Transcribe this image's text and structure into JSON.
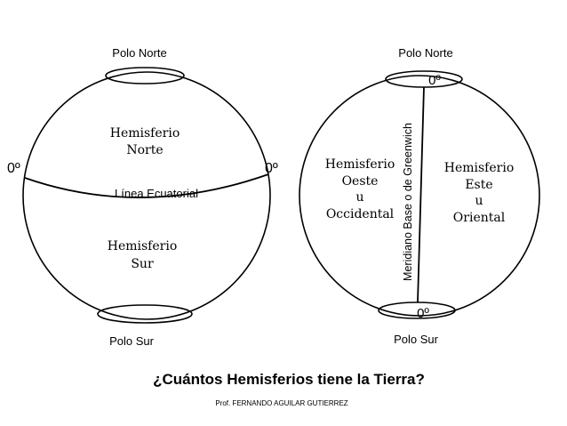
{
  "left_globe": {
    "north_pole_label": "Polo Norte",
    "south_pole_label": "Polo Sur",
    "northern_line1": "Hemisferio",
    "northern_line2": "Norte",
    "southern_line1": "Hemisferio",
    "southern_line2": "Sur",
    "equator_label": "Línea Ecuatorial",
    "left_degree": "0º",
    "right_degree": "0º"
  },
  "right_globe": {
    "north_pole_label": "Polo Norte",
    "south_pole_label": "Polo Sur",
    "top_degree": "0º",
    "bottom_degree": "0º",
    "meridian_label": "Meridiano Base o de Greenwich",
    "west_line1": "Hemisferio",
    "west_line2": "Oeste",
    "west_line3": "u",
    "west_line4": "Occidental",
    "east_line1": "Hemisferio",
    "east_line2": "Este",
    "east_line3": "u",
    "east_line4": "Oriental"
  },
  "question": "¿Cuántos Hemisferios tiene la Tierra?",
  "credit": "Prof. FERNANDO AGUILAR GUTIERREZ"
}
